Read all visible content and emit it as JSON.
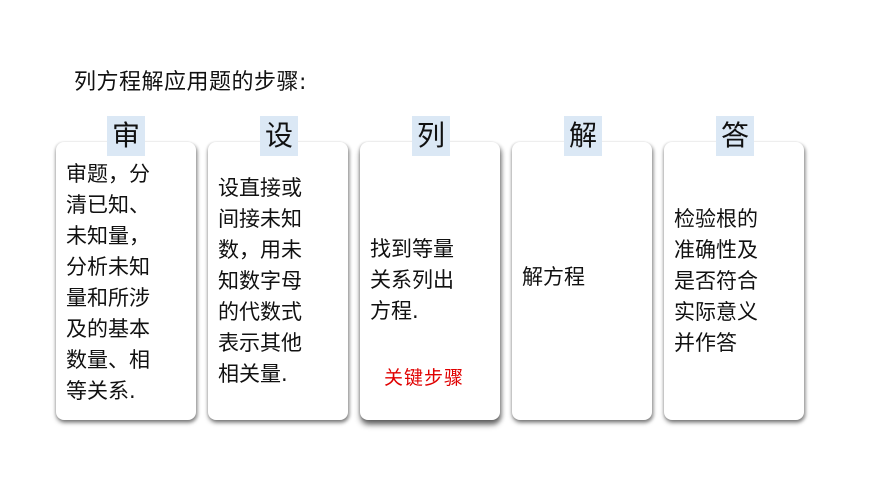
{
  "heading": "列方程解应用题的步骤:",
  "steps": [
    {
      "title": "审",
      "text": "审题，分\n清已知、\n未知量，\n分析未知\n量和所涉\n及的基本\n数量、相\n等关系."
    },
    {
      "title": "设",
      "text": "设直接或\n间接未知\n数，用未\n知数字母\n的代数式\n表示其他\n相关量."
    },
    {
      "title": "列",
      "text": "找到等量\n关系列出\n方程.",
      "note": "关键步骤"
    },
    {
      "title": "解",
      "text": "解方程"
    },
    {
      "title": "答",
      "text": "检验根的\n准确性及\n是否符合\n实际意义\n并作答"
    }
  ]
}
